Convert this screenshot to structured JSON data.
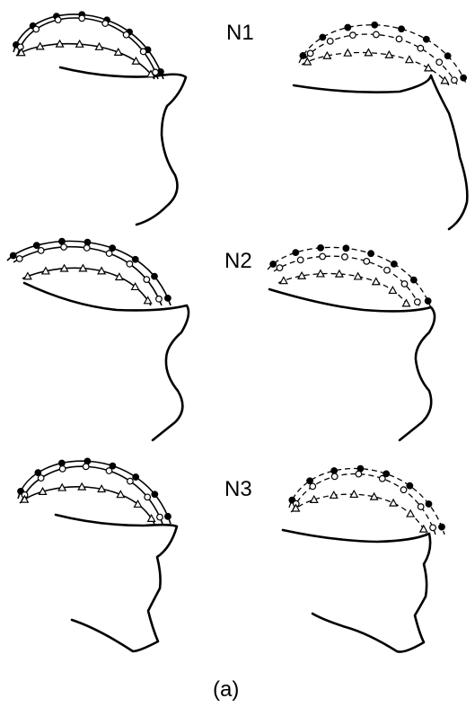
{
  "panel_labels": [
    "N1",
    "N2",
    "N3"
  ],
  "caption": "(a)",
  "legend_markers": [
    "filled-circle",
    "open-circle",
    "open-triangle"
  ]
}
